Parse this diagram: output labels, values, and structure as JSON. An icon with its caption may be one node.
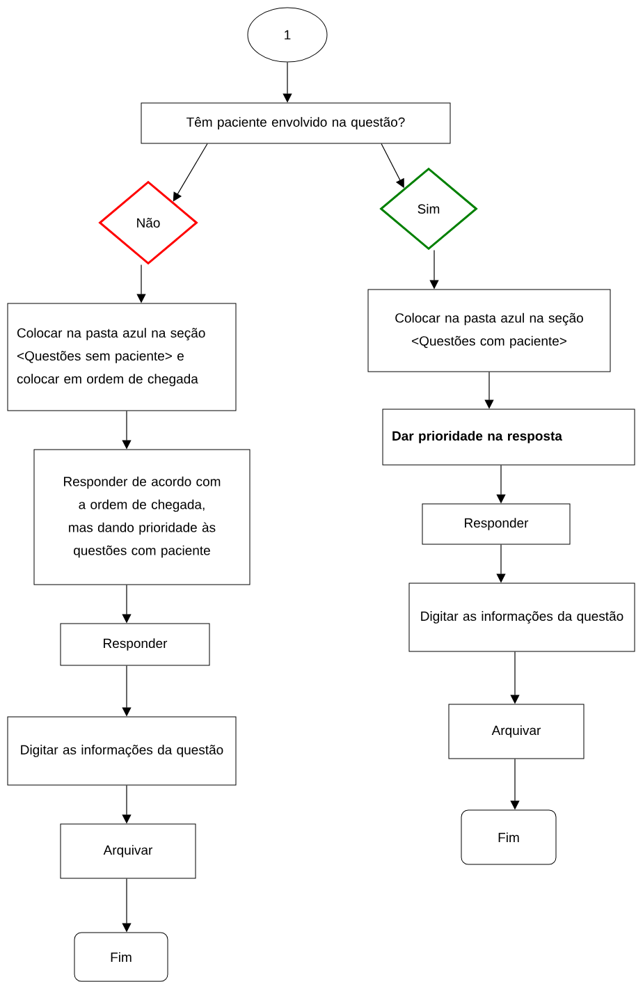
{
  "diagram": {
    "nodes": [
      {
        "text": [
          "1"
        ]
      },
      {
        "text": [
          "Têm paciente envolvido na questão?"
        ]
      },
      {
        "text": [
          "Não"
        ]
      },
      {
        "text": [
          "Sim"
        ]
      },
      {
        "text": [
          "Colocar na pasta azul na seção <Questões sem paciente> e colocar em ordem de chegada"
        ]
      },
      {
        "text": [
          "Responder de acordo com a ordem de chegada, mas dando prioridade às questões com paciente"
        ]
      },
      {
        "text": [
          "Responder"
        ]
      },
      {
        "text": [
          "Digitar as informações da questão"
        ]
      },
      {
        "text": [
          "Arquivar"
        ]
      },
      {
        "text": [
          "Fim"
        ]
      },
      {
        "text": [
          "Colocar na pasta azul na seção <Questões com paciente>"
        ]
      },
      {
        "text": [
          "Dar prioridade na resposta"
        ]
      },
      {
        "text": [
          "Responder"
        ]
      },
      {
        "text": [
          "Digitar as informações da questão"
        ]
      },
      {
        "text": [
          "Arquivar"
        ]
      },
      {
        "text": [
          "Fim"
        ]
      }
    ],
    "edges": [
      {
        "from": 0,
        "to": 1,
        "arrow": "to"
      },
      {
        "from": 1,
        "to": 2,
        "arrow": "to"
      },
      {
        "from": 1,
        "to": 3,
        "arrow": "to"
      },
      {
        "from": 2,
        "to": 4,
        "arrow": "to"
      },
      {
        "from": 4,
        "to": 5,
        "arrow": "to"
      },
      {
        "from": 5,
        "to": 6,
        "arrow": "to"
      },
      {
        "from": 6,
        "to": 7,
        "arrow": "to"
      },
      {
        "from": 7,
        "to": 8,
        "arrow": "to"
      },
      {
        "from": 8,
        "to": 9,
        "arrow": "to"
      },
      {
        "from": 3,
        "to": 10,
        "arrow": "to"
      },
      {
        "from": 10,
        "to": 11,
        "arrow": "to"
      },
      {
        "from": 11,
        "to": 12,
        "arrow": "to"
      },
      {
        "from": 12,
        "to": 13,
        "arrow": "to"
      },
      {
        "from": 13,
        "to": 14,
        "arrow": "to"
      },
      {
        "from": 14,
        "to": 15,
        "arrow": "to"
      }
    ]
  }
}
